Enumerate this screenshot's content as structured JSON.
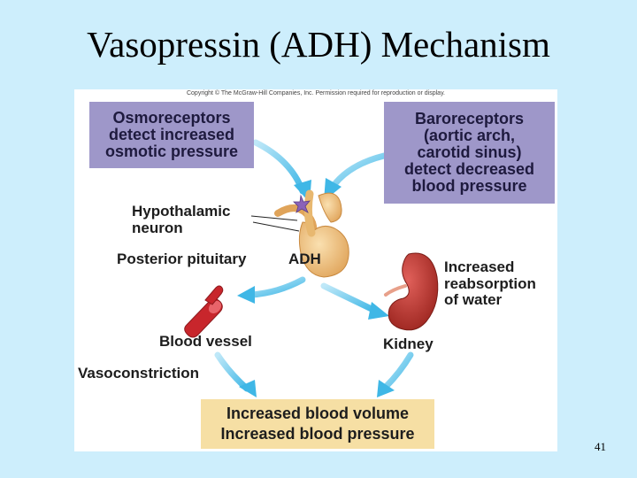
{
  "slide": {
    "title": "Vasopressin (ADH) Mechanism",
    "number": "41"
  },
  "figure": {
    "copyright": "Copyright © The McGraw-Hill Companies, Inc. Permission required for reproduction or display.",
    "osmoreceptors_box": [
      "Osmoreceptors",
      "detect increased",
      "osmotic pressure"
    ],
    "baroreceptors_box": [
      "Baroreceptors",
      "(aortic arch,",
      "carotid sinus)",
      "detect decreased",
      "blood pressure"
    ],
    "hypothalamic_label": [
      "Hypothalamic",
      "neuron"
    ],
    "posterior_pituitary_label": "Posterior pituitary",
    "adh_label": "ADH",
    "reabsorption_label": [
      "Increased",
      "reabsorption",
      "of water"
    ],
    "blood_vessel_label": "Blood vessel",
    "kidney_label": "Kidney",
    "vasoconstriction_label": "Vasoconstriction",
    "result_box": [
      "Increased blood volume",
      "Increased blood pressure"
    ]
  },
  "colors": {
    "slide_background": "#cdeefc",
    "receptor_box": "#9e97c9",
    "result_box": "#f6dfa4",
    "arrow": "#3fb7e6",
    "kidney": "#b8322a",
    "pituitary": "#f1c27a",
    "vessel": "#c8262c"
  }
}
